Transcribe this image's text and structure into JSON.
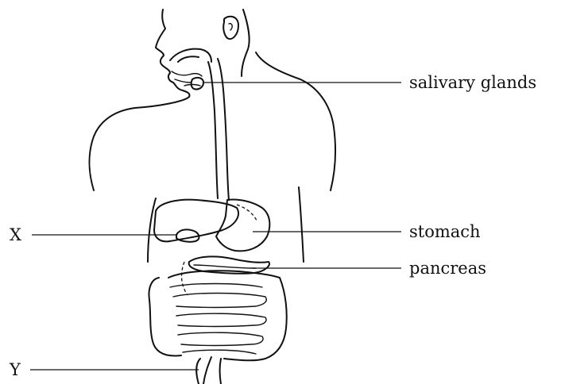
{
  "labels": {
    "salivary_glands": "salivary glands",
    "stomach": "stomach",
    "pancreas": "pancreas",
    "x": "X",
    "y": "Y"
  }
}
